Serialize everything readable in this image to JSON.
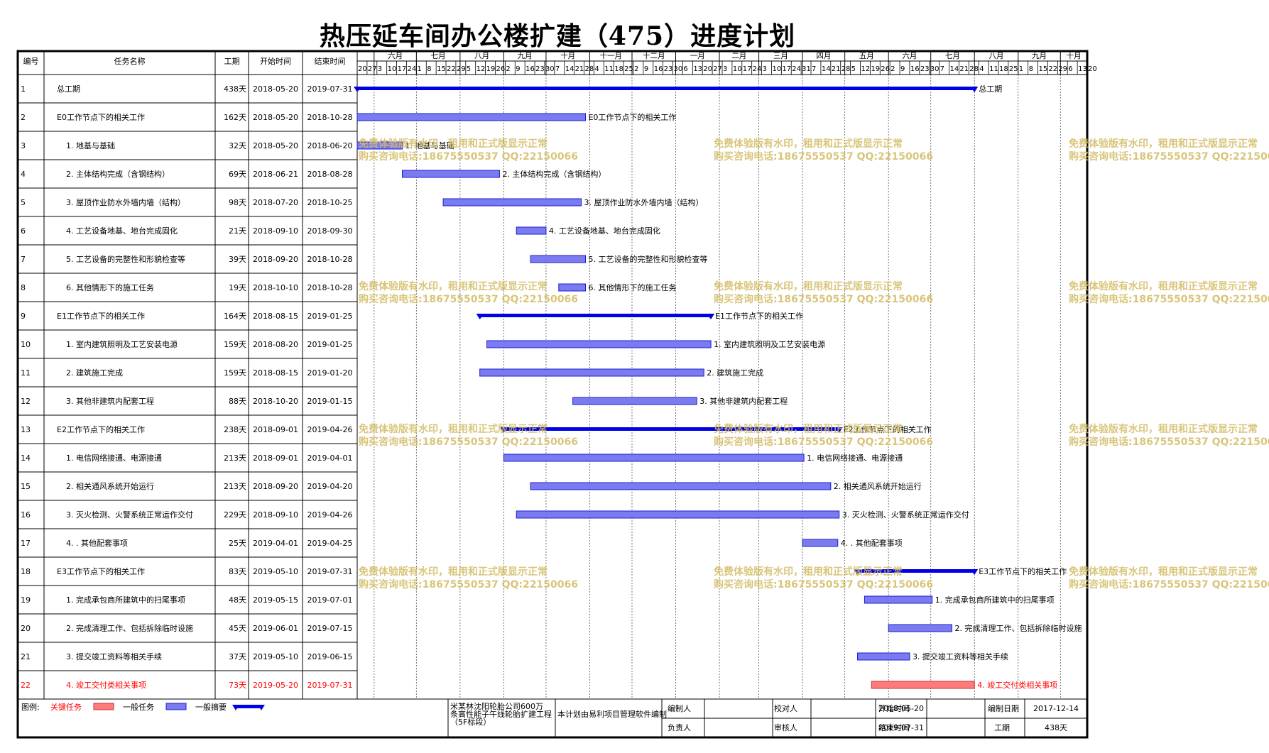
{
  "title": "热压延车间办公楼扩建（475）进度计划",
  "columns": {
    "no": "编号",
    "name": "任务名称",
    "dur": "工期",
    "start": "开始时间",
    "end": "结束时间"
  },
  "months": [
    "六月",
    "七月",
    "八月",
    "九月",
    "十月",
    "十一月",
    "十二月",
    "一月",
    "二月",
    "三月",
    "四月",
    "五月",
    "六月",
    "七月",
    "八月",
    "九月",
    "十月"
  ],
  "day_ticks": [
    "20",
    "27",
    "3",
    "10",
    "17",
    "24",
    "1",
    "8",
    "15",
    "22",
    "29",
    "5",
    "12",
    "19",
    "26",
    "2",
    "9",
    "16",
    "23",
    "30",
    "7",
    "14",
    "21",
    "28",
    "4",
    "11",
    "18",
    "25",
    "2",
    "9",
    "16",
    "23",
    "30",
    "6",
    "13",
    "20",
    "27",
    "3",
    "10",
    "17",
    "24",
    "3",
    "10",
    "17",
    "24",
    "31",
    "7",
    "14",
    "21",
    "28",
    "5",
    "12",
    "19",
    "26",
    "2",
    "9",
    "16",
    "23",
    "30",
    "7",
    "14",
    "21",
    "28",
    "4",
    "11",
    "18",
    "25",
    "1",
    "8",
    "15",
    "22",
    "29",
    "6",
    "13",
    "20"
  ],
  "chart_data": {
    "type": "gantt",
    "title": "热压延车间办公楼扩建（475）进度计划",
    "time_axis": {
      "start": "2018-05-20",
      "end": "2019-10-20",
      "unit": "week",
      "labels": "months + day-of-month ticks"
    },
    "tasks": [
      {
        "id": "1",
        "name": "总工期",
        "duration": "438天",
        "start": "2018-05-20",
        "end": "2019-07-31",
        "kind": "summary",
        "bar_label": "总工期"
      },
      {
        "id": "2",
        "name": "E0工作节点下的相关工作",
        "duration": "162天",
        "start": "2018-05-20",
        "end": "2018-10-28",
        "kind": "normal",
        "bar_label": "E0工作节点下的相关工作"
      },
      {
        "id": "3",
        "name": "1. 地基与基础",
        "duration": "32天",
        "start": "2018-05-20",
        "end": "2018-06-20",
        "kind": "normal",
        "bar_label": "1. 地基与基础"
      },
      {
        "id": "4",
        "name": "2. 主体结构完成（含钢结构）",
        "duration": "69天",
        "start": "2018-06-21",
        "end": "2018-08-28",
        "kind": "normal",
        "bar_label": "2. 主体结构完成（含钢结构）"
      },
      {
        "id": "5",
        "name": "3. 屋顶作业防水外墙内墙（结构）",
        "duration": "98天",
        "start": "2018-07-20",
        "end": "2018-10-25",
        "kind": "normal",
        "bar_label": "3. 屋顶作业防水外墙内墙（结构）"
      },
      {
        "id": "6",
        "name": "4. 工艺设备地基、地台完成固化",
        "duration": "21天",
        "start": "2018-09-10",
        "end": "2018-09-30",
        "kind": "normal",
        "bar_label": "4. 工艺设备地基、地台完成固化"
      },
      {
        "id": "7",
        "name": "5. 工艺设备的完整性和形貌检查等",
        "duration": "39天",
        "start": "2018-09-20",
        "end": "2018-10-28",
        "kind": "normal",
        "bar_label": "5. 工艺设备的完整性和形貌检查等"
      },
      {
        "id": "8",
        "name": "6. 其他情形下的施工任务",
        "duration": "19天",
        "start": "2018-10-10",
        "end": "2018-10-28",
        "kind": "normal",
        "bar_label": "6. 其他情形下的施工任务"
      },
      {
        "id": "9",
        "name": "E1工作节点下的相关工作",
        "duration": "164天",
        "start": "2018-08-15",
        "end": "2019-01-25",
        "kind": "summary",
        "bar_label": "E1工作节点下的相关工作"
      },
      {
        "id": "10",
        "name": "1. 室内建筑照明及工艺安装电源",
        "duration": "159天",
        "start": "2018-08-20",
        "end": "2019-01-25",
        "kind": "normal",
        "bar_label": "1. 室内建筑照明及工艺安装电源"
      },
      {
        "id": "11",
        "name": "2. 建筑施工完成",
        "duration": "159天",
        "start": "2018-08-15",
        "end": "2019-01-20",
        "kind": "normal",
        "bar_label": "2. 建筑施工完成"
      },
      {
        "id": "12",
        "name": "3. 其他非建筑内配套工程",
        "duration": "88天",
        "start": "2018-10-20",
        "end": "2019-01-15",
        "kind": "normal",
        "bar_label": "3. 其他非建筑内配套工程"
      },
      {
        "id": "13",
        "name": "E2工作节点下的相关工作",
        "duration": "238天",
        "start": "2018-09-01",
        "end": "2019-04-26",
        "kind": "summary",
        "bar_label": "E2工作节点下的相关工作"
      },
      {
        "id": "14",
        "name": "1. 电信网络接通、电源接通",
        "duration": "213天",
        "start": "2018-09-01",
        "end": "2019-04-01",
        "kind": "normal",
        "bar_label": "1. 电信网络接通、电源接通"
      },
      {
        "id": "15",
        "name": "2. 相关通风系统开始运行",
        "duration": "213天",
        "start": "2018-09-20",
        "end": "2019-04-20",
        "kind": "normal",
        "bar_label": "2. 相关通风系统开始运行"
      },
      {
        "id": "16",
        "name": "3. 灭火检测、火警系统正常运作交付",
        "duration": "229天",
        "start": "2018-09-10",
        "end": "2019-04-26",
        "kind": "normal",
        "bar_label": "3. 灭火检测、火警系统正常运作交付"
      },
      {
        "id": "17",
        "name": "4. . 其他配套事项",
        "duration": "25天",
        "start": "2019-04-01",
        "end": "2019-04-25",
        "kind": "normal",
        "bar_label": "4. . 其他配套事项"
      },
      {
        "id": "18",
        "name": "E3工作节点下的相关工作",
        "duration": "83天",
        "start": "2019-05-10",
        "end": "2019-07-31",
        "kind": "summary",
        "bar_label": "E3工作节点下的相关工作"
      },
      {
        "id": "19",
        "name": "1. 完成承包商所建筑中的扫尾事项",
        "duration": "48天",
        "start": "2019-05-15",
        "end": "2019-07-01",
        "kind": "normal",
        "bar_label": "1. 完成承包商所建筑中的扫尾事项"
      },
      {
        "id": "20",
        "name": "2. 完成清理工作、包括拆除临时设施",
        "duration": "45天",
        "start": "2019-06-01",
        "end": "2019-07-15",
        "kind": "normal",
        "bar_label": "2. 完成清理工作、包括拆除临时设施"
      },
      {
        "id": "21",
        "name": "3. 提交竣工资料等相关手续",
        "duration": "37天",
        "start": "2019-05-10",
        "end": "2019-06-15",
        "kind": "normal",
        "bar_label": "3. 提交竣工资料等相关手续"
      },
      {
        "id": "22",
        "name": "4. 竣工交付类相关事项",
        "duration": "73天",
        "start": "2019-05-20",
        "end": "2019-07-31",
        "kind": "critical",
        "bar_label": "4. 竣工交付类相关事项"
      }
    ]
  },
  "legend": {
    "label": "图例:",
    "critical": "关键任务",
    "normal": "一般任务",
    "summary": "一般摘要"
  },
  "footer": {
    "project": "米某林沈阳轮胎公司600万条高性能子午线轮胎扩建工程（5F标段）",
    "note": "本计划由易利项目管理软件编制",
    "compiler_label": "编制人",
    "proofreader_label": "校对人",
    "owner_label": "负责人",
    "reviewer_label": "审核人",
    "start_label": "开始时间",
    "start_value": "2018-05-20",
    "end_label": "结束时间",
    "end_value": "2019-07-31",
    "date_label": "编制日期",
    "date_value": "2017-12-14",
    "dur_label": "工期",
    "dur_value": "438天"
  },
  "watermark": {
    "line1": "免费体验版有水印，租用和正式版显示正常",
    "line2": "购买咨询电话:18675550537 QQ:22150066"
  },
  "colors": {
    "normal": "#7b7bf0",
    "normal_border": "#1c1cd8",
    "summary": "#0000e6",
    "critical": "#ff7a7a",
    "critical_text": "#ff0000",
    "watermark": "#d2bc63"
  }
}
